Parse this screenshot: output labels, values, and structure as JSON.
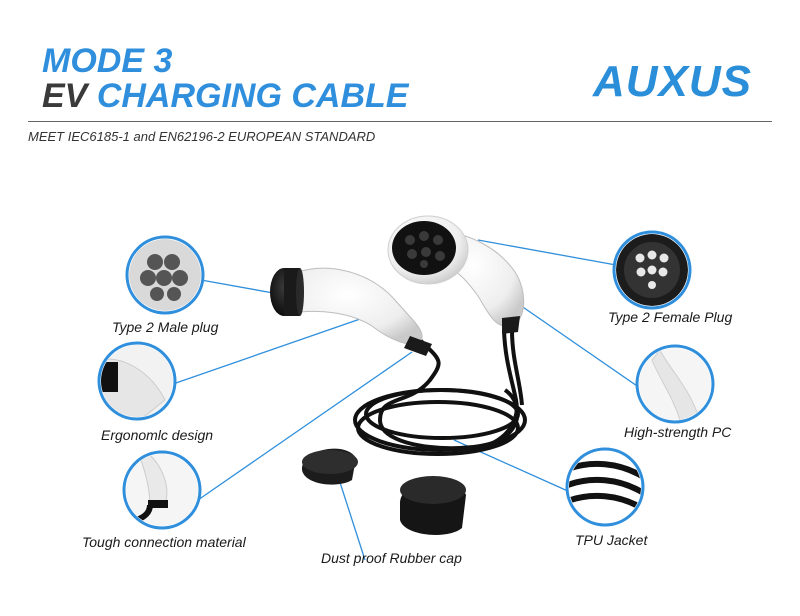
{
  "header": {
    "title_line1": "MODE 3",
    "title_line2_prefix": "EV",
    "title_line2_rest": "CHARGING CABLE",
    "brand": "AUXUS",
    "subtitle": "MEET IEC6185-1 and EN62196-2 EUROPEAN STANDARD"
  },
  "features": {
    "male_plug": "Type 2 Male plug",
    "ergonomic": "Ergonomlc design",
    "tough": "Tough connection material",
    "dust_cap": "Dust proof Rubber cap",
    "female_plug": "Type 2 Female Plug",
    "high_strength": "High-strength PC",
    "tpu": "TPU Jacket"
  },
  "colors": {
    "accent": "#2f8fdc",
    "dark": "#3a3a3a",
    "callout_ring": "#2f8fdc"
  }
}
